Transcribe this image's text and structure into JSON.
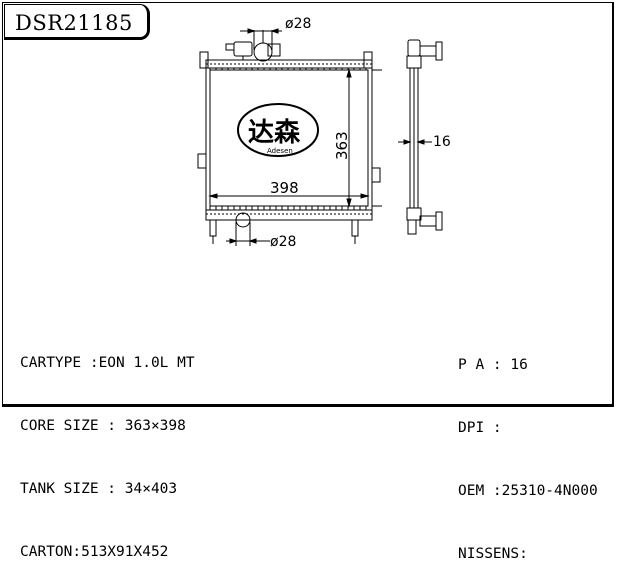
{
  "part_code": "DSR21185",
  "drawing": {
    "top_pipe_dim": "ø28",
    "bottom_pipe_dim": "ø28",
    "height_dim": "363",
    "width_dim": "398",
    "thickness_dim": "16",
    "logo_text": "达森",
    "logo_subtext": "Adesen"
  },
  "specs_left": [
    {
      "label": "CARTYPE :",
      "value": "EON 1.0L MT"
    },
    {
      "label": "CORE SIZE : ",
      "value": "363×398"
    },
    {
      "label": "TANK SIZE : ",
      "value": "34×403"
    },
    {
      "label": "CARTON:",
      "value": "513X91X452"
    }
  ],
  "specs_right": [
    {
      "label": "P A : ",
      "value": "16"
    },
    {
      "label": "DPI :",
      "value": ""
    },
    {
      "label": "OEM :",
      "value": "25310-4N000"
    },
    {
      "label": "NISSENS:",
      "value": ""
    }
  ],
  "colors": {
    "line": "#000000",
    "background": "#ffffff"
  }
}
